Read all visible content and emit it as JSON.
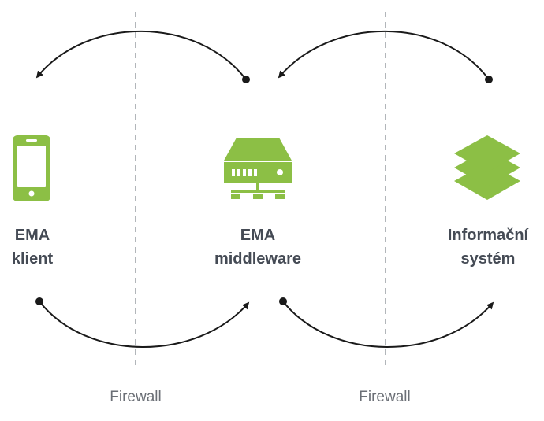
{
  "nodes": [
    {
      "id": "client",
      "icon": "smartphone-icon",
      "line1": "EMA",
      "line2": "klient"
    },
    {
      "id": "middleware",
      "icon": "server-icon",
      "line1": "EMA",
      "line2": "middleware"
    },
    {
      "id": "information-system",
      "icon": "layers-icon",
      "line1": "Informační",
      "line2": "systém"
    }
  ],
  "firewalls": [
    {
      "label": "Firewall"
    },
    {
      "label": "Firewall"
    }
  ],
  "colors": {
    "icon_green": "#8cbf45",
    "text": "#454b55",
    "firewall_line": "#a0a4aa",
    "arrow": "#1a1a1a"
  }
}
